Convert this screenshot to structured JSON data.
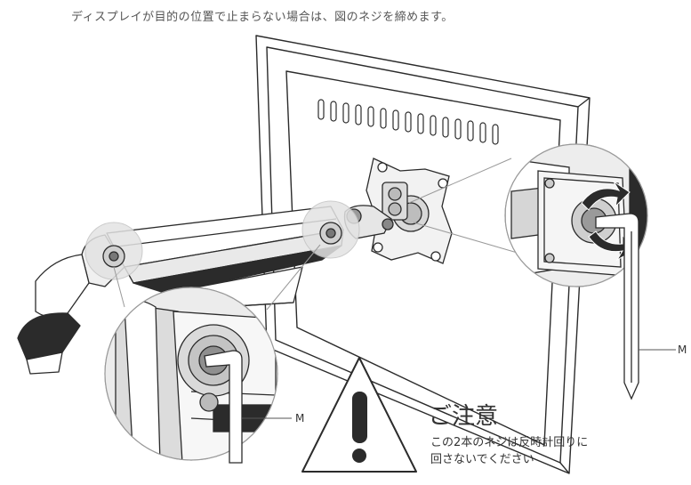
{
  "instruction": "ディスプレイが目的の位置で止まらない場合は、図のネジを締めます。",
  "callout_label_right": "M",
  "callout_label_left": "M",
  "caution": {
    "title": "ご注意",
    "line1": "この2本のネジは反時計回りに",
    "line2": "回さないでください"
  },
  "icons": [
    "warning-triangle-icon",
    "rotate-arrows-icon",
    "hex-key-icon"
  ],
  "colors": {
    "line": "#2b2b2b",
    "circle_fill": "#e3e3e3",
    "callout_line": "#9a9a9a"
  }
}
